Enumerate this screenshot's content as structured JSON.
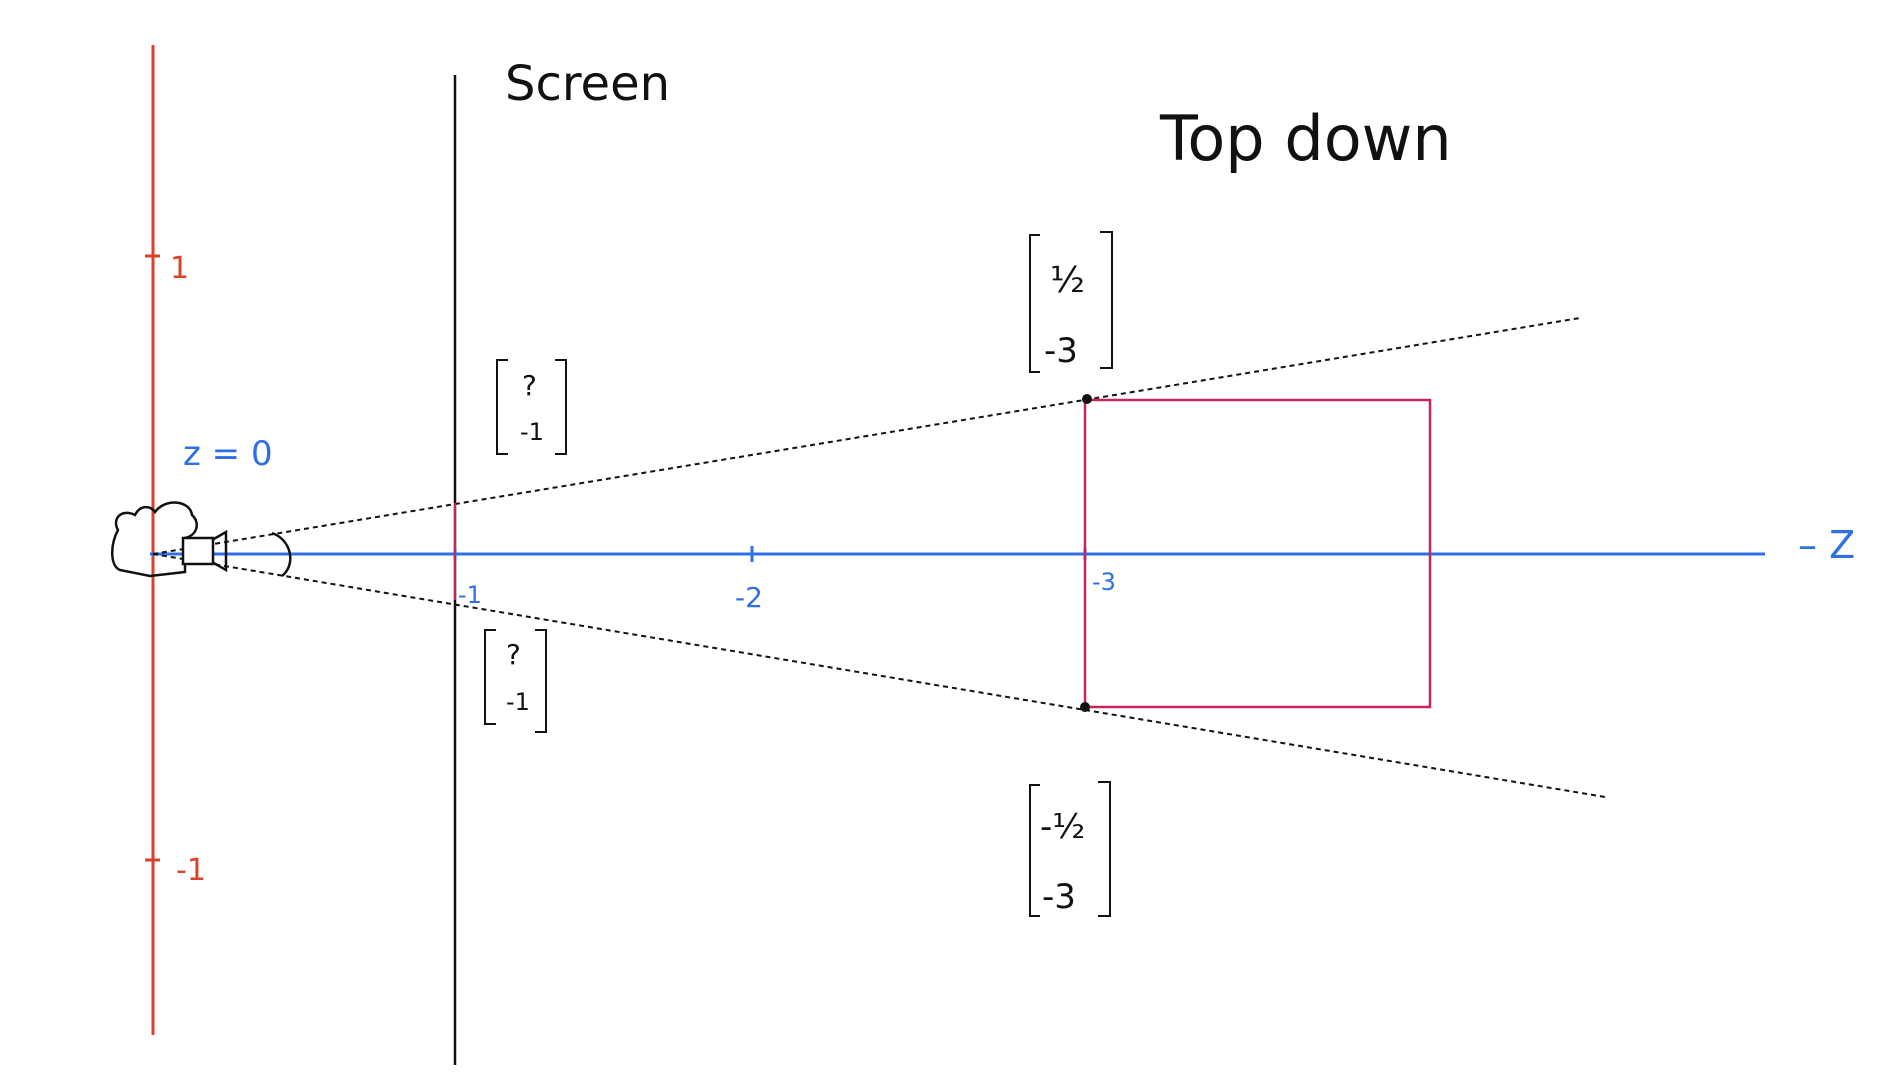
{
  "labels": {
    "screen": "Screen",
    "top_down": "Top down",
    "z_zero": "z = 0",
    "neg_z": "– Z"
  },
  "axis": {
    "red_ticks": [
      "1",
      "-1"
    ],
    "blue_ticks": [
      "-1",
      "-2",
      "-3"
    ]
  },
  "vectors": {
    "screen_top": {
      "top": "?",
      "bottom": "-1"
    },
    "screen_bottom": {
      "top": "?",
      "bottom": "-1"
    },
    "far_top": {
      "top": "½",
      "bottom": "-3"
    },
    "far_bottom": {
      "top": "-½",
      "bottom": "-3"
    }
  },
  "colors": {
    "red_axis": "#d9412b",
    "blue_axis": "#2f6fe6",
    "box": "#c8245c",
    "ink": "#111111"
  },
  "icons": {
    "camera": "camera-icon"
  }
}
